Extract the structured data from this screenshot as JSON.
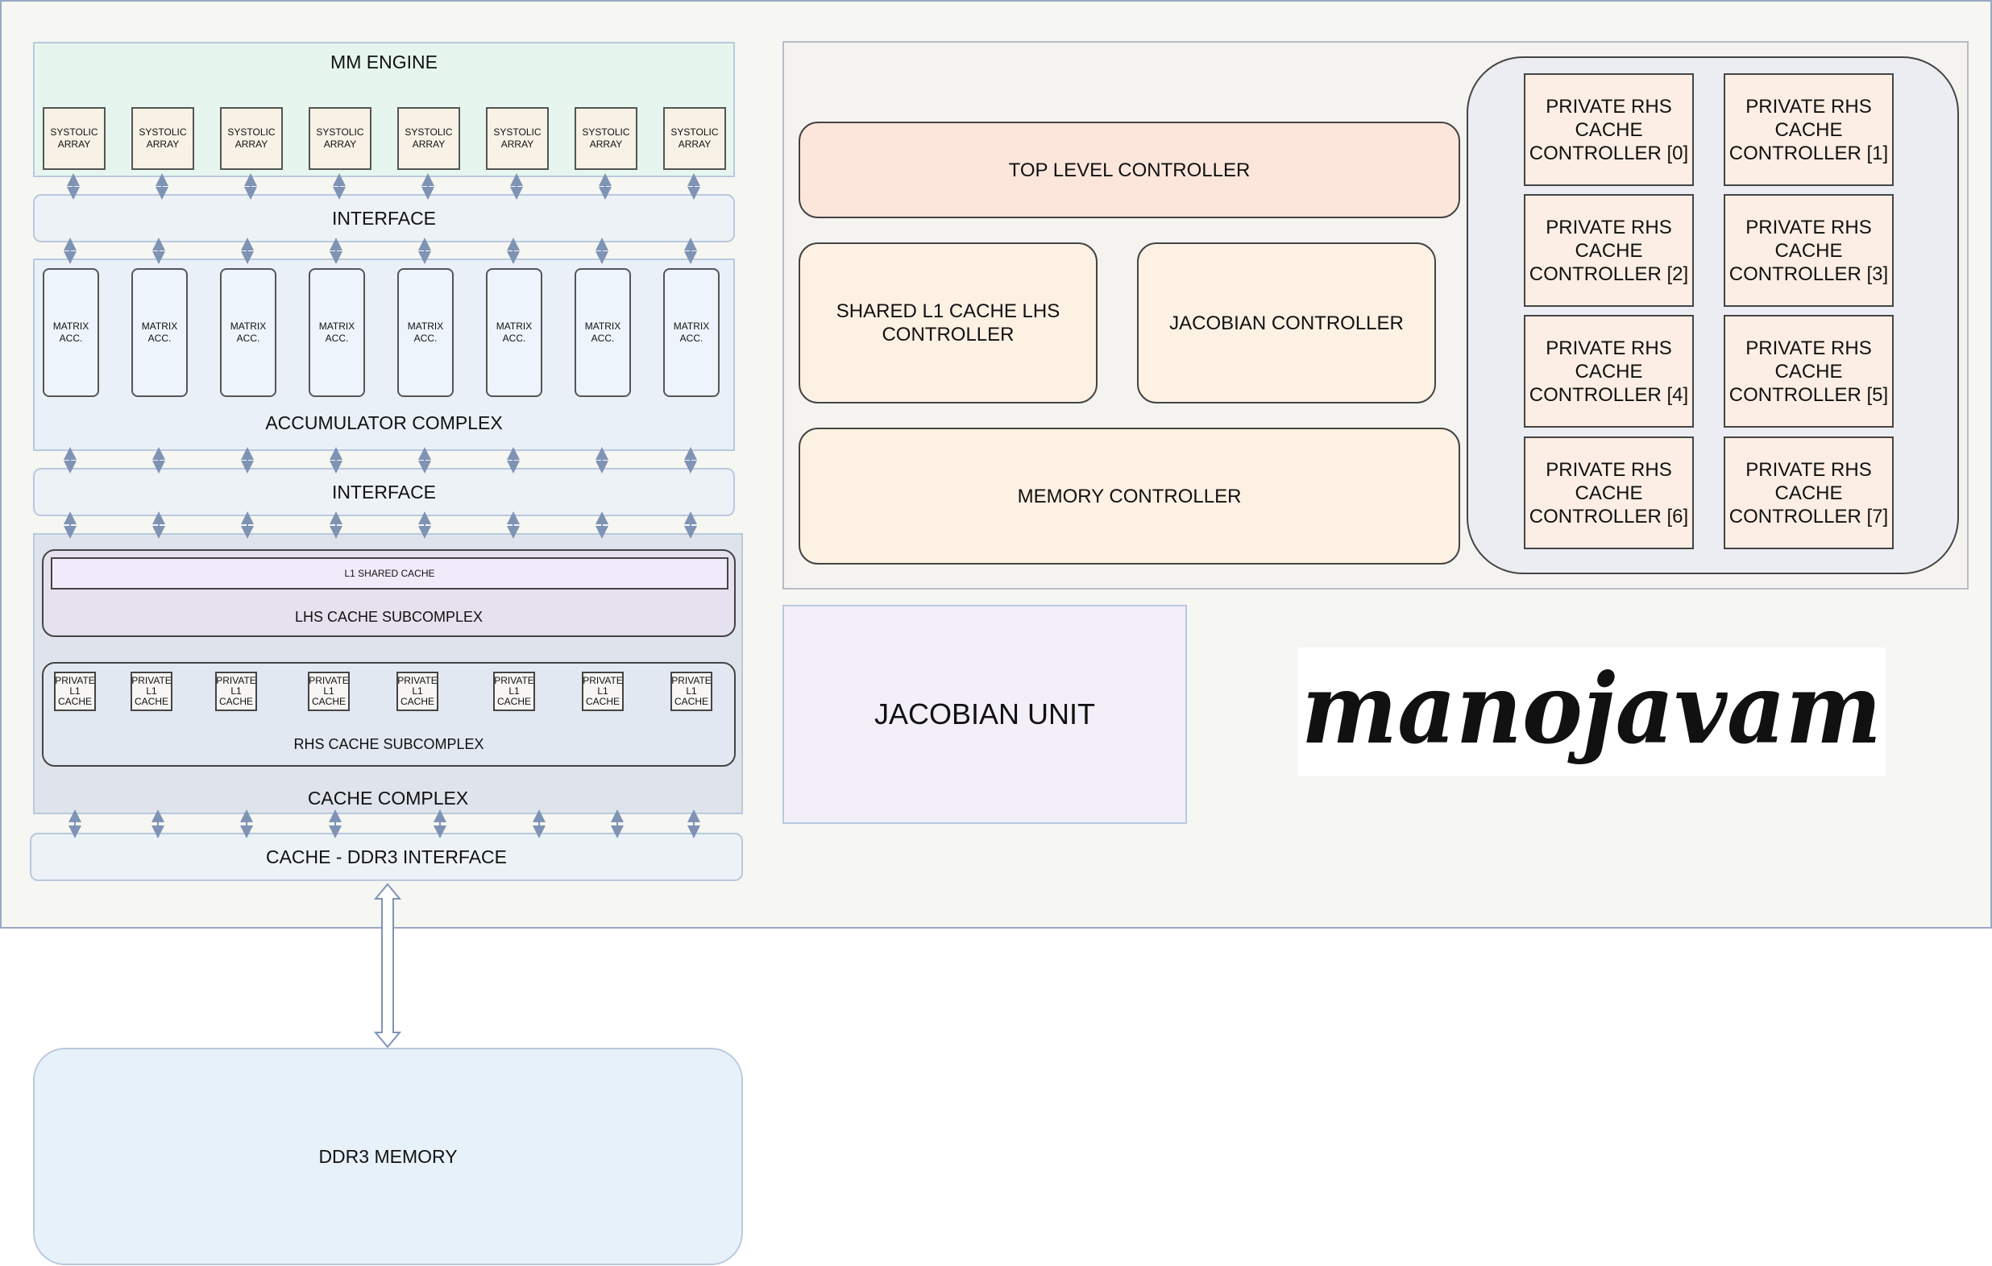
{
  "mm_engine": {
    "title": "MM ENGINE",
    "systolic_label": [
      "SYSTOLIC",
      "ARRAY"
    ]
  },
  "interface_label": "INTERFACE",
  "accumulator": {
    "title": "ACCUMULATOR COMPLEX",
    "matrix_label": [
      "MATRIX",
      "ACC."
    ]
  },
  "cache_complex": {
    "title": "CACHE COMPLEX",
    "lhs_title": "LHS CACHE SUBCOMPLEX",
    "l1_shared": "L1 SHARED CACHE",
    "rhs_title": "RHS CACHE SUBCOMPLEX",
    "private_label": [
      "PRIVATE",
      "L1",
      "CACHE"
    ]
  },
  "ddr_interface": "CACHE - DDR3 INTERFACE",
  "ddr_memory": "DDR3 MEMORY",
  "controllers": {
    "top_level": "TOP LEVEL CONTROLLER",
    "shared_l1_lhs": [
      "SHARED L1 CACHE LHS",
      "CONTROLLER"
    ],
    "jacobian": "JACOBIAN CONTROLLER",
    "memory": "MEMORY CONTROLLER",
    "private_rhs": [
      [
        "PRIVATE RHS",
        "CACHE",
        "CONTROLLER [0]"
      ],
      [
        "PRIVATE RHS",
        "CACHE",
        "CONTROLLER [1]"
      ],
      [
        "PRIVATE RHS",
        "CACHE",
        "CONTROLLER [2]"
      ],
      [
        "PRIVATE RHS",
        "CACHE",
        "CONTROLLER [3]"
      ],
      [
        "PRIVATE RHS",
        "CACHE",
        "CONTROLLER [4]"
      ],
      [
        "PRIVATE RHS",
        "CACHE",
        "CONTROLLER [5]"
      ],
      [
        "PRIVATE RHS",
        "CACHE",
        "CONTROLLER [6]"
      ],
      [
        "PRIVATE RHS",
        "CACHE",
        "CONTROLLER [7]"
      ]
    ]
  },
  "jacobian_unit": "JACOBIAN UNIT",
  "logo_text": "manojavam"
}
